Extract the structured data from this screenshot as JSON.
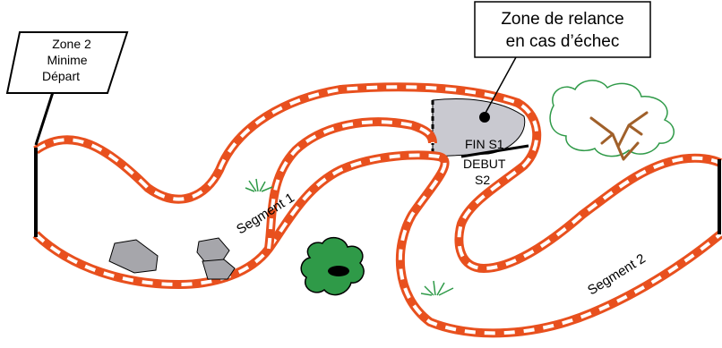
{
  "sign": {
    "line1": "Zone 2",
    "line2": "Minime",
    "line3": "Départ"
  },
  "callout": {
    "line1": "Zone de relance",
    "line2": "en cas d’échec"
  },
  "labels": {
    "end_s1": "FIN S1",
    "start_s2_line1": "DEBUT",
    "start_s2_line2": "S2",
    "segment1": "Segment 1",
    "segment2": "Segment 2"
  },
  "colors": {
    "track_stripe": "#e8501e",
    "track_gap": "#ffffff",
    "relaunch_zone": "#c9c9d0",
    "rock": "#a6a6ab",
    "bush": "#2f9a48",
    "tree_trunk": "#a0602a",
    "tree_foliage": "#2f9a48",
    "grass": "#2f9a48"
  }
}
